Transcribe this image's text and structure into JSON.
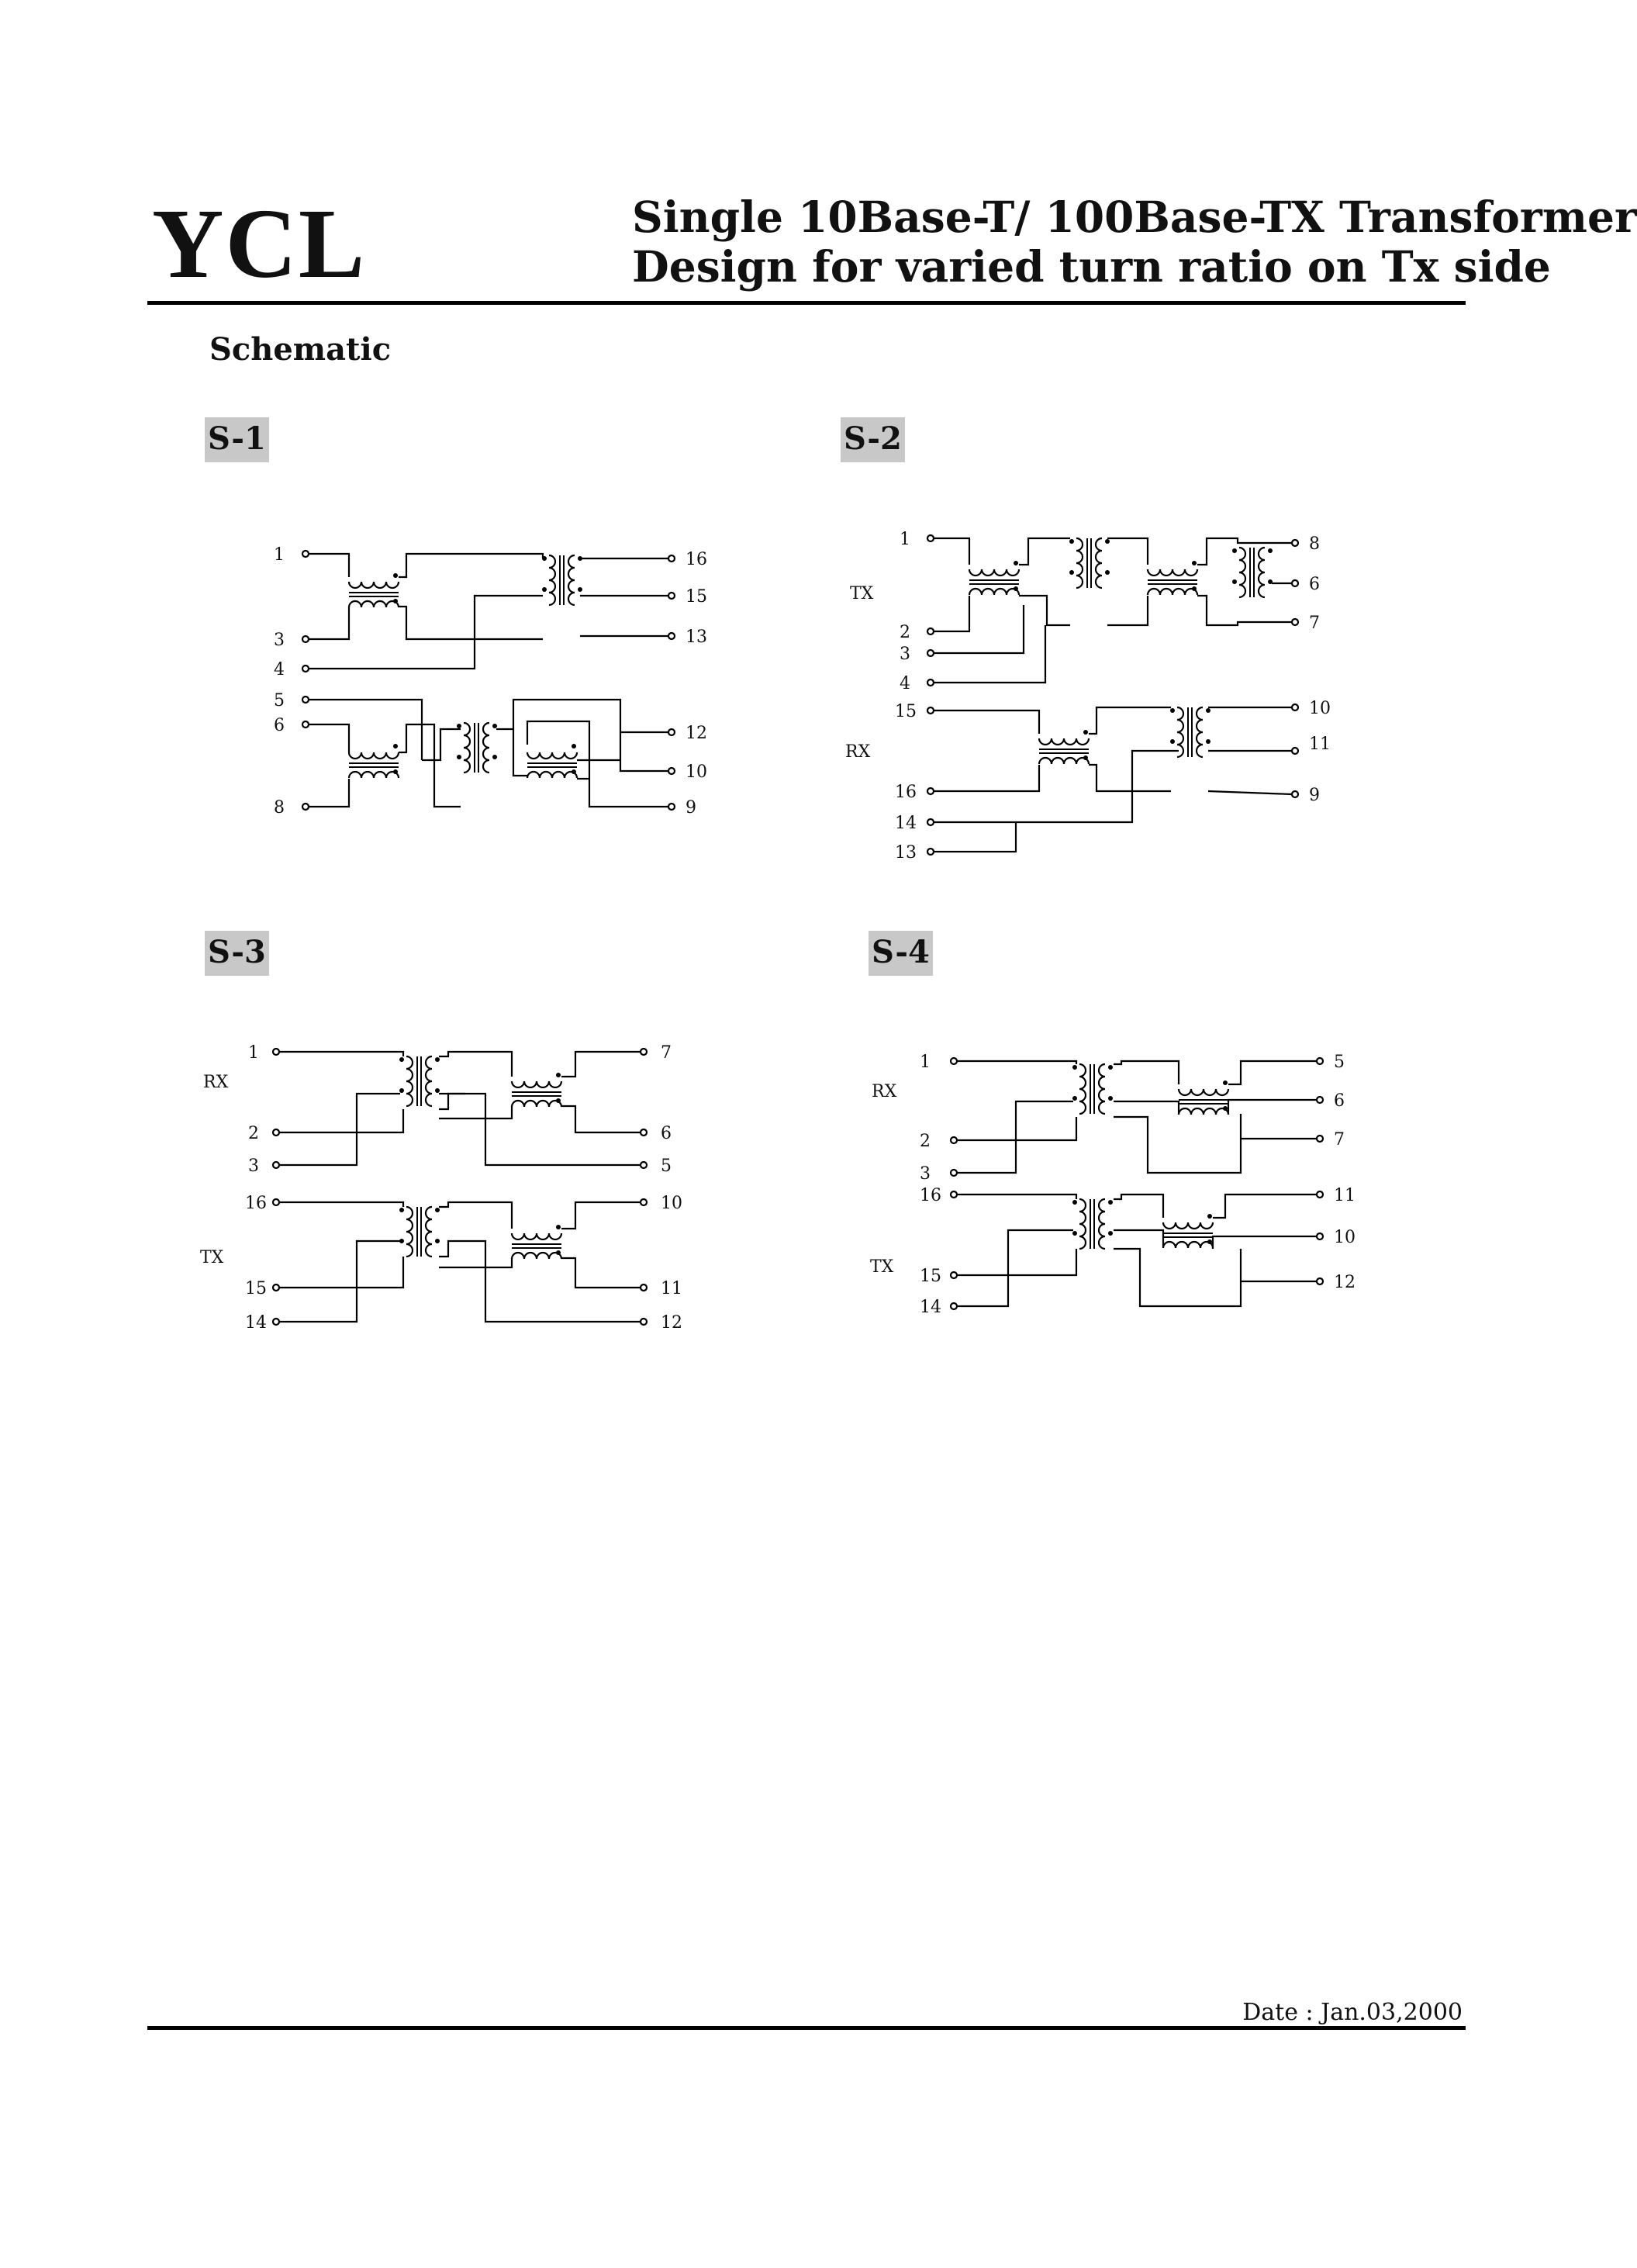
{
  "header": {
    "brand": "YCL",
    "title_line1": "Single 10Base-T/ 100Base-TX Transformer",
    "title_line2": "Design for varied turn ratio on Tx side"
  },
  "section_heading": "Schematic",
  "schematics": [
    {
      "label": "S-1",
      "pins": {
        "p1": "1",
        "p3": "3",
        "p4": "4",
        "p5": "5",
        "p6": "6",
        "p8": "8",
        "p16": "16",
        "p15": "15",
        "p13": "13",
        "p12": "12",
        "p10": "10",
        "p9": "9"
      }
    },
    {
      "label": "S-2",
      "side_labels": {
        "tx": "TX",
        "rx": "RX"
      },
      "pins": {
        "p1": "1",
        "p2": "2",
        "p3": "3",
        "p4": "4",
        "p15": "15",
        "p16": "16",
        "p14": "14",
        "p13": "13",
        "p8": "8",
        "p6": "6",
        "p7": "7",
        "p10": "10",
        "p11": "11",
        "p9": "9"
      }
    },
    {
      "label": "S-3",
      "side_labels": {
        "rx": "RX",
        "tx": "TX"
      },
      "pins": {
        "p1": "1",
        "p2": "2",
        "p3": "3",
        "p16": "16",
        "p15": "15",
        "p14": "14",
        "p7": "7",
        "p6": "6",
        "p5": "5",
        "p10": "10",
        "p11": "11",
        "p12": "12"
      }
    },
    {
      "label": "S-4",
      "side_labels": {
        "rx": "RX",
        "tx": "TX"
      },
      "pins": {
        "p1": "1",
        "p2": "2",
        "p3": "3",
        "p16": "16",
        "p15": "15",
        "p14": "14",
        "p5": "5",
        "p6": "6",
        "p7": "7",
        "p11": "11",
        "p10": "10",
        "p12": "12"
      }
    }
  ],
  "footer": {
    "date": "Date : Jan.03,2000"
  }
}
